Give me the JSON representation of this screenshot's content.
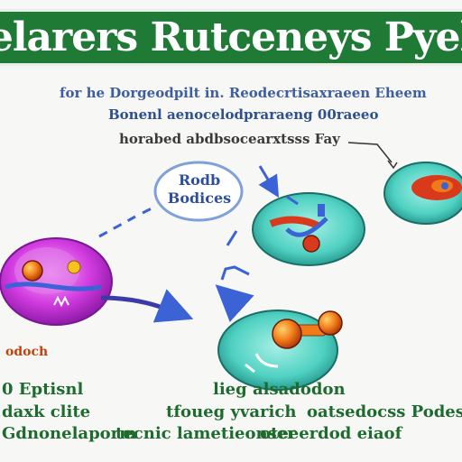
{
  "header": {
    "title": "elarers Rutceneys Pyel"
  },
  "notes": {
    "top1": "for he Dorgeodpilt in. Reodecrtisaxraeen Eheem",
    "top2": "Bonenl aenocelodpraraeng 00raeeo",
    "top3": "horabed abdbsocearxtsss Fay"
  },
  "bubble": {
    "line1": "Rodb",
    "line2": "Bodices"
  },
  "bottom": {
    "side_label": "odoch",
    "lines": [
      {
        "left": "0 Eptisnl",
        "right": "lieg alsadodon"
      },
      {
        "left": "daxk clite",
        "mid": "tfoueg yvarich",
        "right": "oatsedocss Podesor"
      },
      {
        "left": "Gdnonelaporm",
        "mid": "tecnic lametieonser",
        "right": "oteeerdod eiaof"
      }
    ]
  },
  "colors": {
    "banner": "#1f7a36",
    "teal_disc": "#3cc3b5",
    "magenta_cell": "#c026d3",
    "arrow_blue": "#3b63d6",
    "accent_red": "#d93a1c",
    "accent_orange": "#f08a24"
  },
  "icons": [
    "cell-icon",
    "disc-receptor-icon",
    "disc-oval-icon",
    "disc-key-icon",
    "arrow-icon"
  ]
}
